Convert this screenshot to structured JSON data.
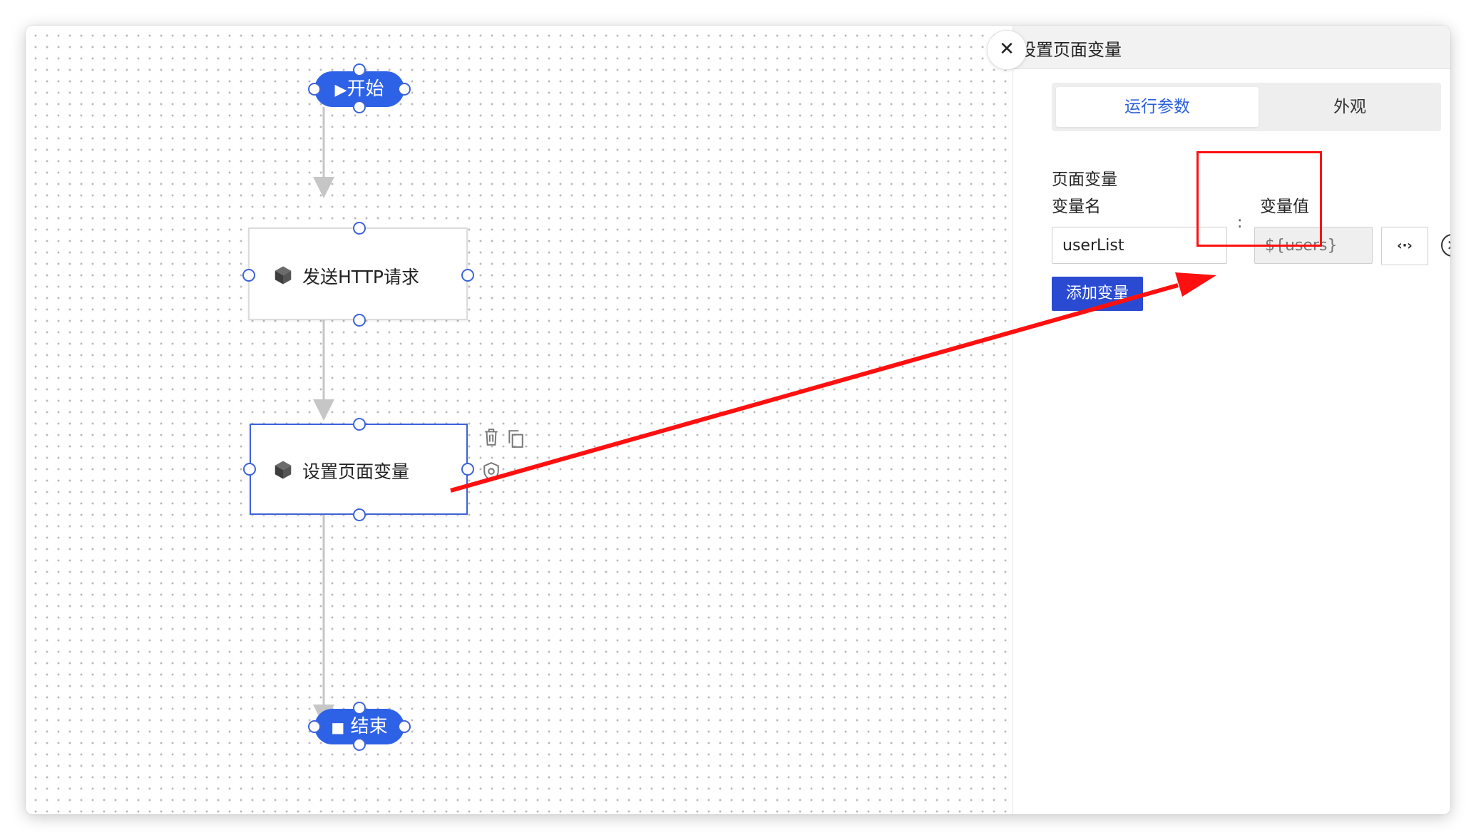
{
  "panel": {
    "close_symbol": "✕",
    "title": "设置页面变量",
    "tabs": [
      {
        "label": "运行参数",
        "active": true
      },
      {
        "label": "外观",
        "active": false
      }
    ],
    "section_label": "页面变量",
    "column_name_label": "变量名",
    "column_value_label": "变量值",
    "variables": [
      {
        "name": "userList",
        "value_placeholder": "${users}"
      }
    ],
    "colon": ":",
    "code_button_label": "‹·›",
    "remove_symbol": "✕",
    "add_button_label": "添加变量"
  },
  "flow": {
    "start_label": "开始",
    "start_icon": "play-icon",
    "http_node_label": "发送HTTP请求",
    "set_var_node_label": "设置页面变量",
    "node_icon": "cube-icon",
    "end_label": "结束",
    "end_icon": "stop-icon",
    "node_tools": [
      "delete-icon",
      "copy-icon",
      "settings-icon"
    ]
  },
  "colors": {
    "accent": "#2e62e6",
    "selected_border": "#3d62d9",
    "annotation": "#ff1010",
    "add_button": "#2a4bd1"
  }
}
